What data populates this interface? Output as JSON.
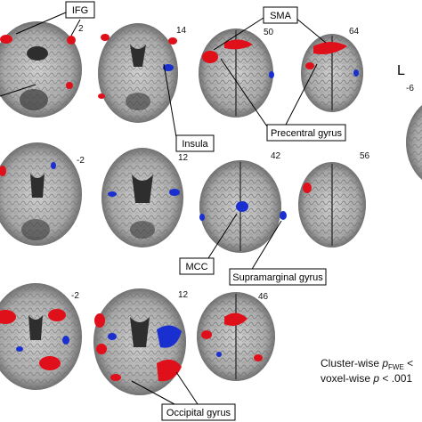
{
  "colors": {
    "activation": "#e0101a",
    "deactivation": "#1a2fd0",
    "brain_gray": "#b9b9b9",
    "brain_dark": "#4a4a4a"
  },
  "orientation": {
    "left_label": "L",
    "left_slice_number": "-6"
  },
  "rows": [
    {
      "slices": [
        {
          "number": "2"
        },
        {
          "number": "14"
        },
        {
          "number": "50"
        },
        {
          "number": "64"
        }
      ]
    },
    {
      "slices": [
        {
          "number": "-2"
        },
        {
          "number": "12"
        },
        {
          "number": "42"
        },
        {
          "number": "56"
        }
      ]
    },
    {
      "slices": [
        {
          "number": "-2"
        },
        {
          "number": "12"
        },
        {
          "number": "46"
        }
      ]
    }
  ],
  "labels": {
    "ifg": "IFG",
    "sma": "SMA",
    "insula": "Insula",
    "precentral_gyrus": "Precentral gyrus",
    "mcc": "MCC",
    "supramarginal_gyrus": "Supramarginal gyrus",
    "occipital_gyrus": "Occipital gyrus"
  },
  "caption": {
    "line1_prefix": "Cluster-wise ",
    "line1_p": "p",
    "line1_sub": "FWE",
    "line1_suffix": " <",
    "line2_prefix": "voxel-wise ",
    "line2_p": "p",
    "line2_suffix": " < .001"
  }
}
